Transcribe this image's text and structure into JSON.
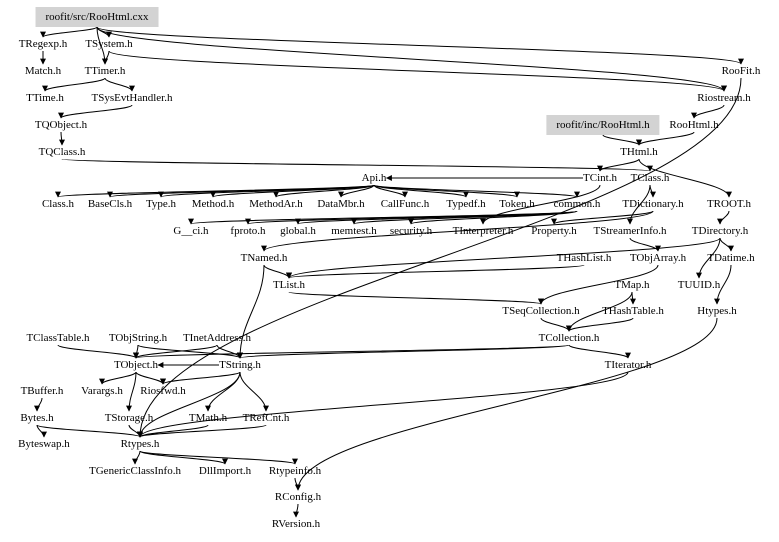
{
  "graph": {
    "title": "roofit/src/RooHtml.cxx include dependency graph",
    "nodes": [
      {
        "id": "src",
        "label": "roofit/src/RooHtml.cxx",
        "highlight": true
      },
      {
        "id": "TRegexp",
        "label": "TRegexp.h"
      },
      {
        "id": "TSystem",
        "label": "TSystem.h"
      },
      {
        "id": "Match",
        "label": "Match.h"
      },
      {
        "id": "TTimer",
        "label": "TTimer.h"
      },
      {
        "id": "TTime",
        "label": "TTime.h"
      },
      {
        "id": "TSysEvtHandler",
        "label": "TSysEvtHandler.h"
      },
      {
        "id": "TQObject",
        "label": "TQObject.h"
      },
      {
        "id": "TQClass",
        "label": "TQClass.h"
      },
      {
        "id": "RooFit",
        "label": "RooFit.h"
      },
      {
        "id": "Riostream",
        "label": "Riostream.h"
      },
      {
        "id": "inc",
        "label": "roofit/inc/RooHtml.h",
        "highlight": true
      },
      {
        "id": "RooHtml",
        "label": "RooHtml.h"
      },
      {
        "id": "THtml",
        "label": "THtml.h"
      },
      {
        "id": "Api",
        "label": "Api.h"
      },
      {
        "id": "TCint",
        "label": "TCint.h"
      },
      {
        "id": "TClass",
        "label": "TClass.h"
      },
      {
        "id": "Class",
        "label": "Class.h"
      },
      {
        "id": "BaseCls",
        "label": "BaseCls.h"
      },
      {
        "id": "Type",
        "label": "Type.h"
      },
      {
        "id": "Method",
        "label": "Method.h"
      },
      {
        "id": "MethodAr",
        "label": "MethodAr.h"
      },
      {
        "id": "DataMbr",
        "label": "DataMbr.h"
      },
      {
        "id": "CallFunc",
        "label": "CallFunc.h"
      },
      {
        "id": "Typedf",
        "label": "Typedf.h"
      },
      {
        "id": "Token",
        "label": "Token.h"
      },
      {
        "id": "common",
        "label": "common.h"
      },
      {
        "id": "TDictionary",
        "label": "TDictionary.h"
      },
      {
        "id": "TROOT",
        "label": "TROOT.h"
      },
      {
        "id": "G__ci",
        "label": "G__ci.h"
      },
      {
        "id": "fproto",
        "label": "fproto.h"
      },
      {
        "id": "global",
        "label": "global.h"
      },
      {
        "id": "memtest",
        "label": "memtest.h"
      },
      {
        "id": "security",
        "label": "security.h"
      },
      {
        "id": "TInterpreter",
        "label": "TInterpreter.h"
      },
      {
        "id": "Property",
        "label": "Property.h"
      },
      {
        "id": "TStreamerInfo",
        "label": "TStreamerInfo.h"
      },
      {
        "id": "TDirectory",
        "label": "TDirectory.h"
      },
      {
        "id": "TNamed",
        "label": "TNamed.h"
      },
      {
        "id": "THashList",
        "label": "THashList.h"
      },
      {
        "id": "TObjArray",
        "label": "TObjArray.h"
      },
      {
        "id": "TDatime",
        "label": "TDatime.h"
      },
      {
        "id": "TList",
        "label": "TList.h"
      },
      {
        "id": "TMap",
        "label": "TMap.h"
      },
      {
        "id": "TUUID",
        "label": "TUUID.h"
      },
      {
        "id": "TSeqCollection",
        "label": "TSeqCollection.h"
      },
      {
        "id": "THashTable",
        "label": "THashTable.h"
      },
      {
        "id": "Htypes",
        "label": "Htypes.h"
      },
      {
        "id": "TClassTable",
        "label": "TClassTable.h"
      },
      {
        "id": "TObjString",
        "label": "TObjString.h"
      },
      {
        "id": "TInetAddress",
        "label": "TInetAddress.h"
      },
      {
        "id": "TCollection",
        "label": "TCollection.h"
      },
      {
        "id": "TObject",
        "label": "TObject.h"
      },
      {
        "id": "TString",
        "label": "TString.h"
      },
      {
        "id": "TIterator",
        "label": "TIterator.h"
      },
      {
        "id": "TBuffer",
        "label": "TBuffer.h"
      },
      {
        "id": "Varargs",
        "label": "Varargs.h"
      },
      {
        "id": "Riosfwd",
        "label": "Riosfwd.h"
      },
      {
        "id": "Bytes",
        "label": "Bytes.h"
      },
      {
        "id": "TStorage",
        "label": "TStorage.h"
      },
      {
        "id": "TMath",
        "label": "TMath.h"
      },
      {
        "id": "TRefCnt",
        "label": "TRefCnt.h"
      },
      {
        "id": "Byteswap",
        "label": "Byteswap.h"
      },
      {
        "id": "Rtypes",
        "label": "Rtypes.h"
      },
      {
        "id": "TGenericClassInfo",
        "label": "TGenericClassInfo.h"
      },
      {
        "id": "DllImport",
        "label": "DllImport.h"
      },
      {
        "id": "Rtypeinfo",
        "label": "Rtypeinfo.h"
      },
      {
        "id": "RConfig",
        "label": "RConfig.h"
      },
      {
        "id": "RVersion",
        "label": "RVersion.h"
      }
    ],
    "edges": [
      [
        "src",
        "TRegexp"
      ],
      [
        "src",
        "TSystem"
      ],
      [
        "src",
        "RooFit"
      ],
      [
        "src",
        "Riostream"
      ],
      [
        "src",
        "TTimer"
      ],
      [
        "TRegexp",
        "Match"
      ],
      [
        "TSystem",
        "TTimer"
      ],
      [
        "TSystem",
        "Riostream"
      ],
      [
        "TTimer",
        "TSysEvtHandler"
      ],
      [
        "TTimer",
        "TTime"
      ],
      [
        "TSysEvtHandler",
        "TQObject"
      ],
      [
        "TQObject",
        "TQClass"
      ],
      [
        "TQClass",
        "TClass"
      ],
      [
        "Riostream",
        "RooHtml"
      ],
      [
        "RooFit",
        "Rtypes"
      ],
      [
        "inc",
        "THtml"
      ],
      [
        "RooHtml",
        "THtml"
      ],
      [
        "THtml",
        "TCint"
      ],
      [
        "THtml",
        "TROOT"
      ],
      [
        "TCint",
        "Api"
      ],
      [
        "TCint",
        "TInterpreter"
      ],
      [
        "TClass",
        "TDictionary"
      ],
      [
        "TClass",
        "TStreamerInfo"
      ],
      [
        "Api",
        "Class"
      ],
      [
        "Api",
        "BaseCls"
      ],
      [
        "Api",
        "Type"
      ],
      [
        "Api",
        "Method"
      ],
      [
        "Api",
        "MethodAr"
      ],
      [
        "Api",
        "DataMbr"
      ],
      [
        "Api",
        "CallFunc"
      ],
      [
        "Api",
        "Typedf"
      ],
      [
        "Api",
        "Token"
      ],
      [
        "Api",
        "common"
      ],
      [
        "common",
        "G__ci"
      ],
      [
        "common",
        "fproto"
      ],
      [
        "common",
        "global"
      ],
      [
        "common",
        "memtest"
      ],
      [
        "common",
        "security"
      ],
      [
        "TDictionary",
        "TNamed"
      ],
      [
        "TDictionary",
        "Property"
      ],
      [
        "TROOT",
        "TDirectory"
      ],
      [
        "TDirectory",
        "TDatime"
      ],
      [
        "TDirectory",
        "TUUID"
      ],
      [
        "TDirectory",
        "TList"
      ],
      [
        "TStreamerInfo",
        "TObjArray"
      ],
      [
        "THashList",
        "TList"
      ],
      [
        "TObjArray",
        "TSeqCollection"
      ],
      [
        "TDatime",
        "Htypes"
      ],
      [
        "TList",
        "TSeqCollection"
      ],
      [
        "TMap",
        "THashTable"
      ],
      [
        "TMap",
        "TCollection"
      ],
      [
        "TSeqCollection",
        "TCollection"
      ],
      [
        "THashTable",
        "TCollection"
      ],
      [
        "TCollection",
        "TIterator"
      ],
      [
        "TCollection",
        "TObject"
      ],
      [
        "TCollection",
        "TString"
      ],
      [
        "TNamed",
        "TList"
      ],
      [
        "TNamed",
        "TString"
      ],
      [
        "TObjString",
        "TObject"
      ],
      [
        "TObjString",
        "TString"
      ],
      [
        "TInetAddress",
        "TObject"
      ],
      [
        "TInetAddress",
        "TString"
      ],
      [
        "TClassTable",
        "TObject"
      ],
      [
        "TObject",
        "Varargs"
      ],
      [
        "TObject",
        "Riosfwd"
      ],
      [
        "TObject",
        "TStorage"
      ],
      [
        "TString",
        "TObject"
      ],
      [
        "TString",
        "Riosfwd"
      ],
      [
        "TString",
        "TMath"
      ],
      [
        "TString",
        "TRefCnt"
      ],
      [
        "TString",
        "Rtypes"
      ],
      [
        "TBuffer",
        "Bytes"
      ],
      [
        "Bytes",
        "Byteswap"
      ],
      [
        "Bytes",
        "Rtypes"
      ],
      [
        "TStorage",
        "Rtypes"
      ],
      [
        "TMath",
        "Rtypes"
      ],
      [
        "TRefCnt",
        "Rtypes"
      ],
      [
        "Rtypes",
        "TGenericClassInfo"
      ],
      [
        "Rtypes",
        "DllImport"
      ],
      [
        "Rtypes",
        "Rtypeinfo"
      ],
      [
        "Rtypeinfo",
        "RConfig"
      ],
      [
        "RConfig",
        "RVersion"
      ],
      [
        "TIterator",
        "Rtypes"
      ],
      [
        "Htypes",
        "RConfig"
      ]
    ]
  }
}
